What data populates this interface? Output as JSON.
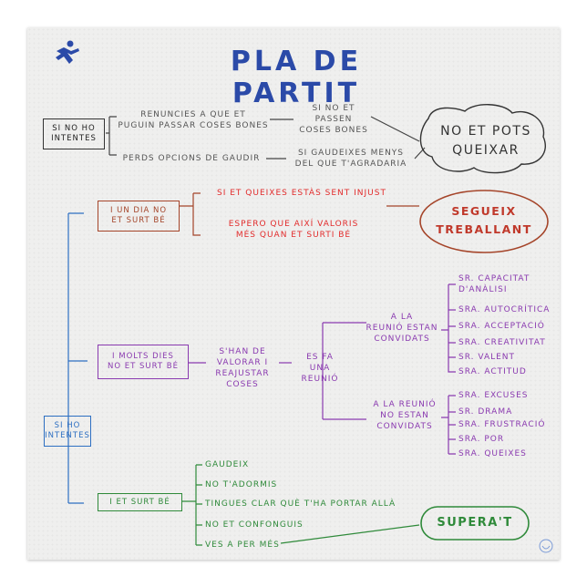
{
  "title": "PLA DE PARTIT",
  "colors": {
    "title": "#2b4aa8",
    "grey": "#555555",
    "blue": "#2d6fc2",
    "brown": "#a5452a",
    "red": "#e22b2b",
    "purple": "#8a3ab0",
    "green": "#2f8a3a"
  },
  "no_intentes": {
    "label": "SI NO HO\nINTENTES",
    "cons1": "RENUNCIES A QUE ET\nPUGUIN PASSAR COSES BONES",
    "cons1_result": "SI NO ET PASSEN\nCOSES BONES",
    "cons2": "PERDS OPCIONS DE GAUDIR",
    "cons2_result": "SI GAUDEIXES MENYS\nDEL QUE T'AGRADARIA",
    "outcome": "NO ET POTS\nQUEIXAR"
  },
  "intentes": {
    "label": "SI HO\nINTENTES",
    "branch1": {
      "label": "I UN DIA NO\nET SURT BÉ",
      "item1": "SI ET QUEIXES ESTÀS SENT INJUST",
      "item2": "ESPERO QUE AIXÍ VALORIS\nMÉS QUAN ET SURTI BÉ",
      "outcome": "SEGUEIX\nTREBALLANT"
    },
    "branch2": {
      "label": "I MOLTS DIES\nNO ET SURT BÉ",
      "step1": "S'HAN DE\nVALORAR I\nREAJUSTAR COSES",
      "step2": "ES FA\nUNA REUNIÓ",
      "invited_label": "A LA\nREUNIÓ ESTAN\nCONVIDATS",
      "invited": [
        "SR. CAPACITAT\nD'ANÀLISI",
        "SRA. AUTOCRÍTICA",
        "SRA. ACCEPTACIÓ",
        "SRA. CREATIVITAT",
        "SR. VALENT",
        "SRA. ACTITUD"
      ],
      "not_invited_label": "A LA REUNIÓ\nNO ESTAN\nCONVIDATS",
      "not_invited": [
        "SRA. EXCUSES",
        "SR. DRAMA",
        "SRA. FRUSTRACIÓ",
        "SRA. POR",
        "SRA. QUEIXES"
      ]
    },
    "branch3": {
      "label": "I ET SURT BÉ",
      "items": [
        "GAUDEIX",
        "NO T'ADORMIS",
        "TINGUES CLAR QUÈ T'HA PORTAR ALLÀ",
        "NO ET CONFONGUIS",
        "VES A PER MÉS"
      ],
      "outcome": "SUPERA'T"
    }
  }
}
